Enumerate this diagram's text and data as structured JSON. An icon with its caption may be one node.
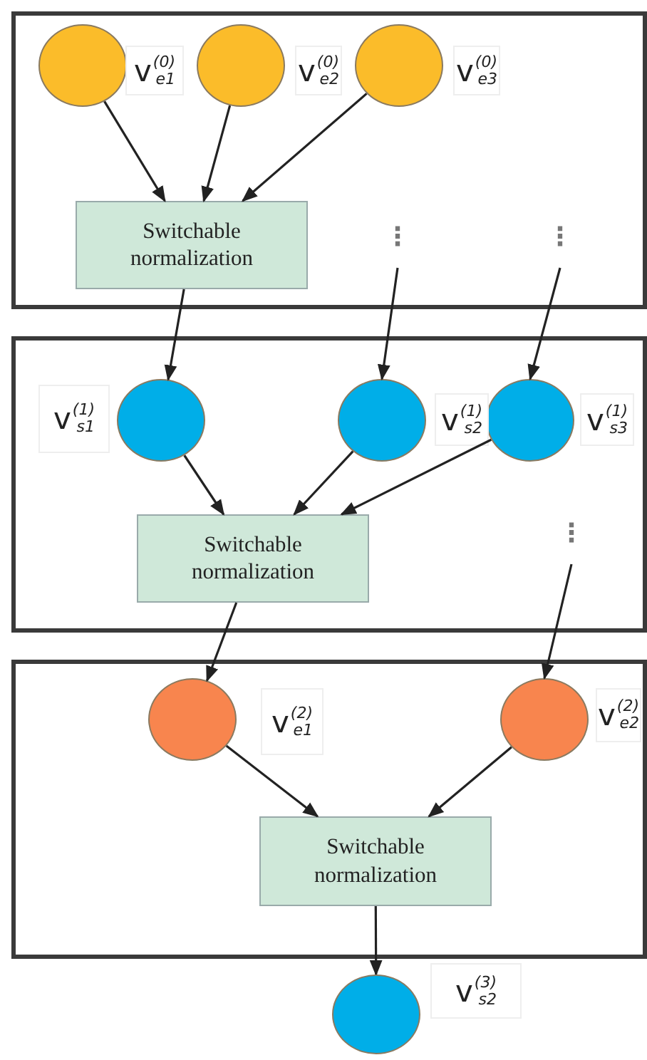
{
  "diagram": {
    "nodes": [
      {
        "text": [],
        "shape": "box"
      },
      {
        "text": [],
        "shape": "circle",
        "in": 0,
        "beside": [
          "v$^{(0)}$$_{e1}$"
        ]
      },
      {
        "text": [],
        "shape": "circle",
        "in": 0,
        "beside": [
          "v$^{(0)}$$_{e2}$"
        ]
      },
      {
        "text": [],
        "shape": "circle",
        "in": 0,
        "beside": [
          "v$^{(0)}$$_{e3}$"
        ]
      },
      {
        "text": [
          "Switchable normalization"
        ],
        "in": 0
      },
      {
        "text": [
          "⋮"
        ],
        "in": 0
      },
      {
        "text": [
          "⋮"
        ],
        "in": 0
      },
      {
        "text": [],
        "shape": "box"
      },
      {
        "text": [],
        "shape": "circle",
        "in": 7,
        "beside": [
          "v$^{(1)}$$_{s1}$"
        ]
      },
      {
        "text": [],
        "shape": "circle",
        "in": 7,
        "beside": [
          "v$^{(1)}$$_{s2}$"
        ]
      },
      {
        "text": [],
        "shape": "circle",
        "in": 7,
        "beside": [
          "v$^{(1)}$$_{s3}$"
        ]
      },
      {
        "text": [
          "Switchable normalization"
        ],
        "in": 7
      },
      {
        "text": [
          "⋮"
        ],
        "in": 7
      },
      {
        "text": [],
        "shape": "box"
      },
      {
        "text": [],
        "shape": "circle",
        "in": 13,
        "beside": [
          "v$^{(2)}$$_{e1}$"
        ]
      },
      {
        "text": [],
        "shape": "circle",
        "in": 13,
        "beside": [
          "v$^{(2)}$$_{e2}$"
        ]
      },
      {
        "text": [
          "Switchable normalization"
        ],
        "in": 13
      },
      {
        "text": [],
        "shape": "circle",
        "beside": [
          "v$^{(3)}$$_{s2}$"
        ]
      }
    ],
    "edges": [
      {
        "from": 1,
        "to": 4,
        "arrow": "to"
      },
      {
        "from": 2,
        "to": 4,
        "arrow": "to"
      },
      {
        "from": 3,
        "to": 4,
        "arrow": "to"
      },
      {
        "from": 4,
        "to": 8,
        "arrow": "to"
      },
      {
        "from": 5,
        "to": 9,
        "arrow": "to"
      },
      {
        "from": 6,
        "to": 10,
        "arrow": "to"
      },
      {
        "from": 8,
        "to": 11,
        "arrow": "to"
      },
      {
        "from": 9,
        "to": 11,
        "arrow": "to"
      },
      {
        "from": 10,
        "to": 11,
        "arrow": "to"
      },
      {
        "from": 11,
        "to": 14,
        "arrow": "to"
      },
      {
        "from": 12,
        "to": 15,
        "arrow": "to"
      },
      {
        "from": 14,
        "to": 16,
        "arrow": "to"
      },
      {
        "from": 15,
        "to": 16,
        "arrow": "to"
      },
      {
        "from": 16,
        "to": 17,
        "arrow": "to"
      }
    ]
  }
}
